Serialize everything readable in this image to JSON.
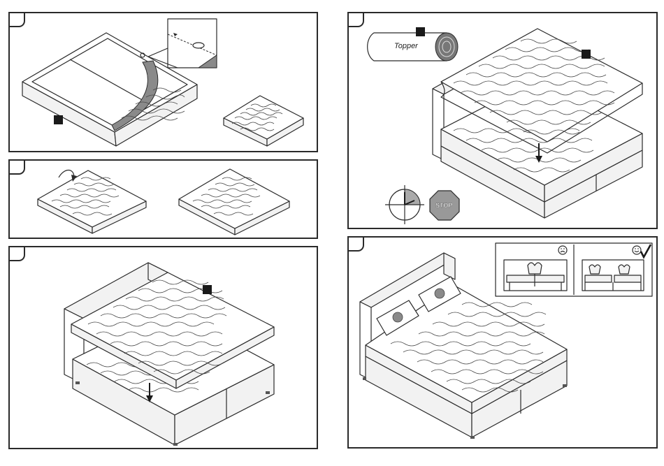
{
  "steps": [
    {
      "id": 1,
      "tab": ""
    },
    {
      "id": 2,
      "tab": ""
    },
    {
      "id": 3,
      "tab": ""
    },
    {
      "id": 4,
      "tab": ""
    },
    {
      "id": 5,
      "tab": ""
    }
  ],
  "labels": {
    "topper": "Topper",
    "stop": "STOP"
  },
  "icons": {
    "marker": "black-square-marker",
    "timer": "clock-timer-icon",
    "stop": "stop-sign-icon",
    "sad": "sad-face-icon",
    "happy": "happy-face-icon",
    "check": "checkmark-icon"
  },
  "colors": {
    "line": "#2a2a2a",
    "grey_fill": "#8a8a8a",
    "light_fill": "#f2f2f2"
  }
}
